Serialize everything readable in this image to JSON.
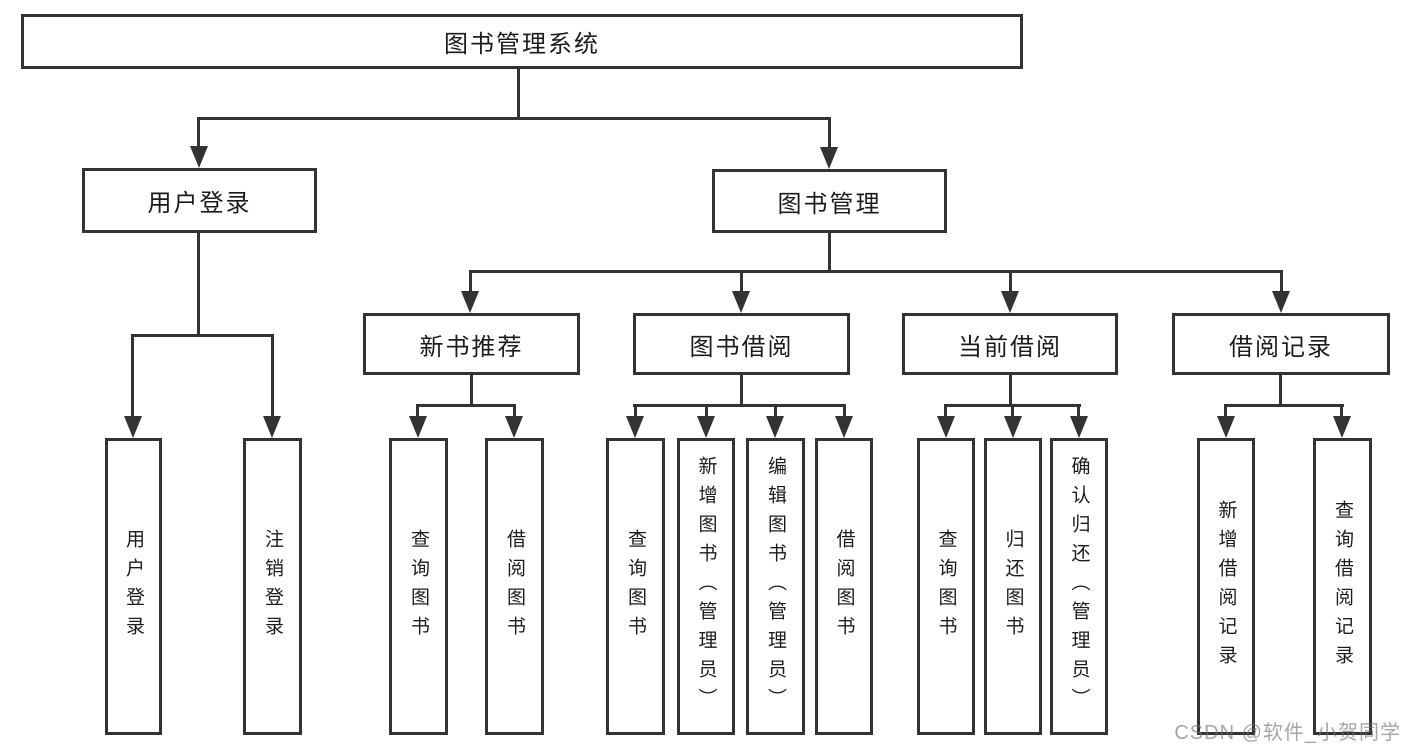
{
  "tree": {
    "root": "图书管理系统",
    "branches": [
      {
        "label": "用户登录",
        "children": [
          "用户登录",
          "注销登录"
        ]
      },
      {
        "label": "图书管理",
        "groups": [
          {
            "label": "新书推荐",
            "children": [
              "查询图书",
              "借阅图书"
            ]
          },
          {
            "label": "图书借阅",
            "children": [
              "查询图书",
              "新增图书（管理员）",
              "编辑图书（管理员）",
              "借阅图书"
            ]
          },
          {
            "label": "当前借阅",
            "children": [
              "查询图书",
              "归还图书",
              "确认归还（管理员）"
            ]
          },
          {
            "label": "借阅记录",
            "children": [
              "新增借阅记录",
              "查询借阅记录"
            ]
          }
        ]
      }
    ],
    "watermark": "CSDN @软件_小贺同学"
  },
  "colors": {
    "line": "#333333",
    "text": "#1c1c1c",
    "background": "#ffffff",
    "watermark": "#6e6e78"
  }
}
